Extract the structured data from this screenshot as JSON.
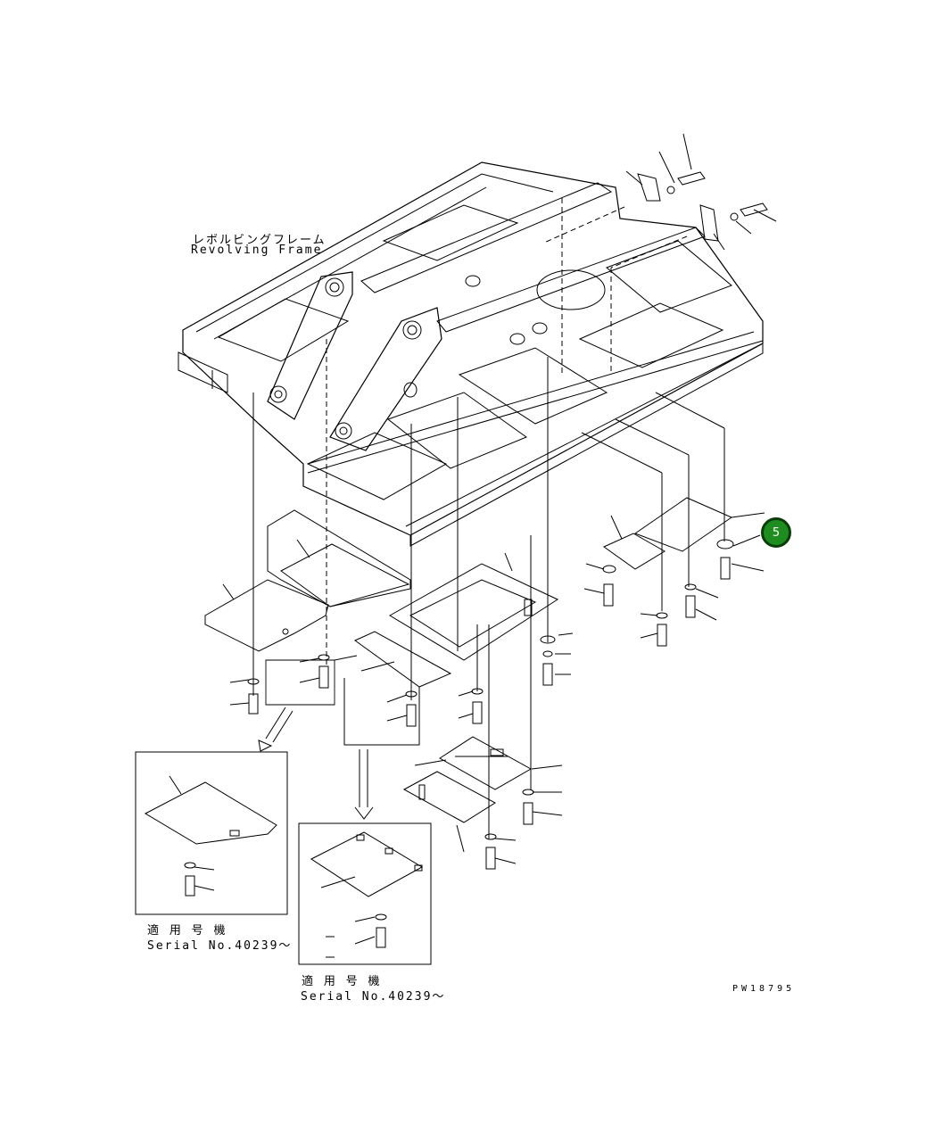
{
  "frame_label": {
    "japanese": "レボルビングフレーム",
    "english": "Revolving Frame"
  },
  "inset_left": {
    "applicable_label": "適 用 号 機",
    "serial_label": "Serial No.40239〜"
  },
  "inset_center": {
    "applicable_label": "適 用 号 機",
    "serial_label": "Serial No.40239〜"
  },
  "drawing_number": "PW18795",
  "callout": {
    "number": "5",
    "color": "#1e8c1e"
  }
}
